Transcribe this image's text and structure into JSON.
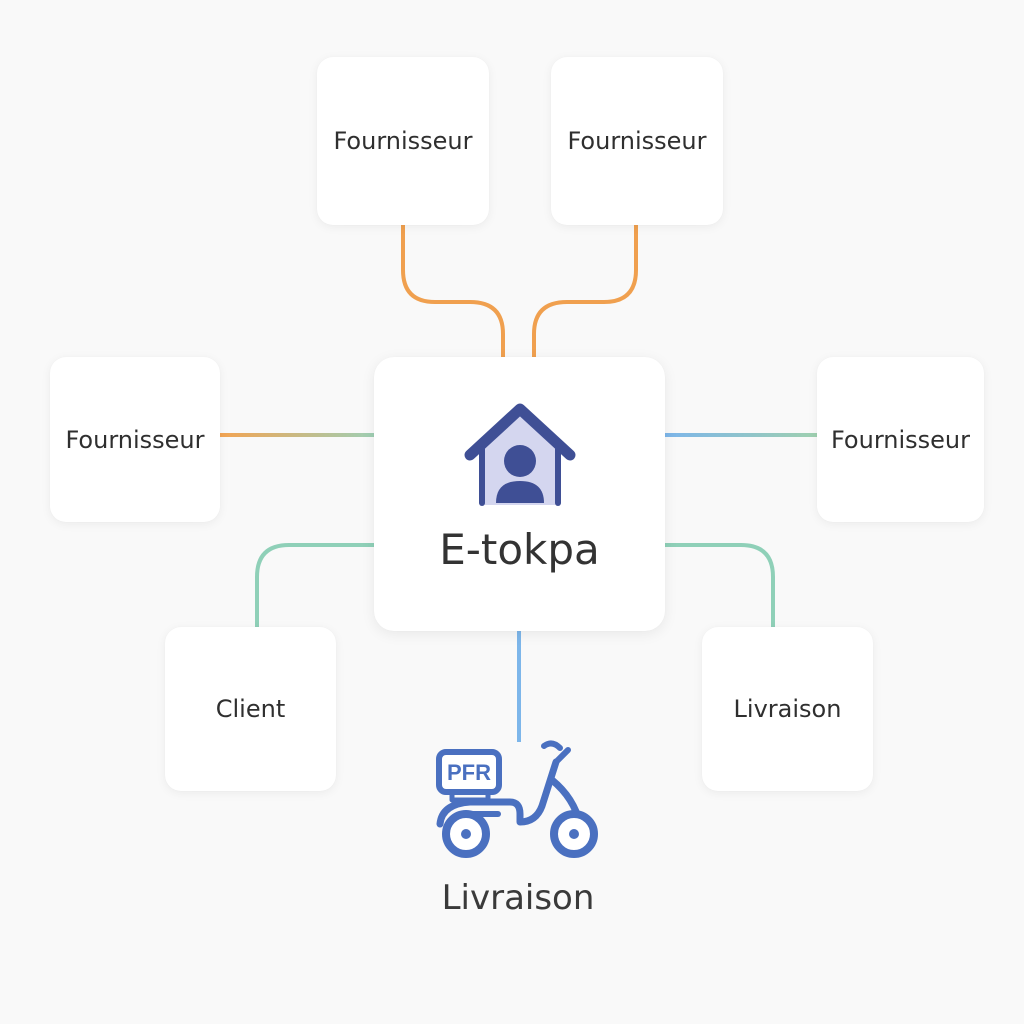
{
  "hub": {
    "title": "E-tokpa",
    "icon": "house-person-icon"
  },
  "nodes": [
    {
      "id": "supplier-top-left",
      "label": "Fournisseur"
    },
    {
      "id": "supplier-top-right",
      "label": "Fournisseur"
    },
    {
      "id": "supplier-left",
      "label": "Fournisseur"
    },
    {
      "id": "supplier-right",
      "label": "Fournisseur"
    },
    {
      "id": "client",
      "label": "Client"
    },
    {
      "id": "delivery-box",
      "label": "Livraison"
    }
  ],
  "delivery": {
    "label": "Livraison",
    "icon": "delivery-scooter-icon",
    "box_text": "PFR"
  },
  "colors": {
    "background": "#f9f9f9",
    "orange": "#f0a04f",
    "teal": "#8fd0b8",
    "blue": "#7db6ea",
    "icon_dark": "#3f4f95",
    "icon_light": "#d4d6ef",
    "scooter": "#4a70c0"
  }
}
